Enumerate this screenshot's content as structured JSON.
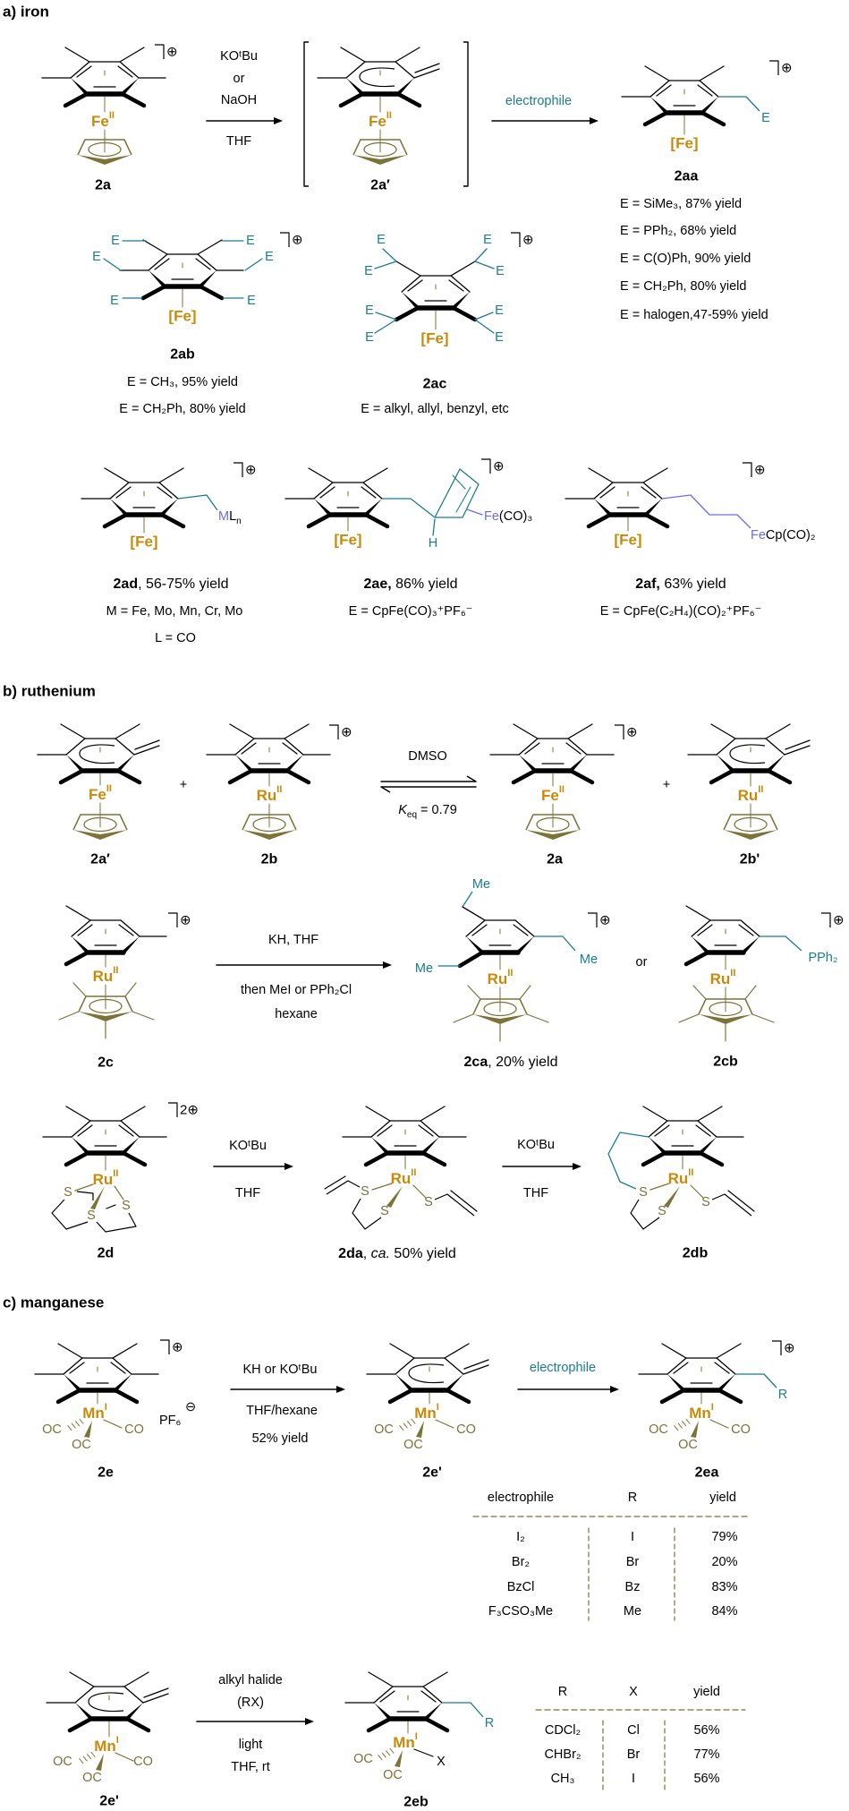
{
  "colors": {
    "metal": "#C98A0A",
    "ligand": "#7D7338",
    "electrophile": "#1B7C94",
    "metal_fragment": "#6B6BF0",
    "bond": "#000000"
  },
  "symbols": {
    "cation": "⊕",
    "dication": "2⊕",
    "anion": "⊖",
    "plus": "+"
  },
  "a": {
    "heading": "a) iron",
    "c2a": {
      "label": "2a",
      "metal": "Fe",
      "ox": "II"
    },
    "step1": {
      "line1": "KOᵗBu",
      "line2": "or",
      "line3": "NaOH",
      "below": "THF"
    },
    "c2a_prime": {
      "label": "2a′",
      "metal": "Fe",
      "ox": "II"
    },
    "step2": {
      "above": "electrophile"
    },
    "c2aa": {
      "label": "2aa",
      "metal_fragment": "[Fe]",
      "group": "E",
      "scope": [
        "E = SiMe₃, 87% yield",
        "E = PPh₂, 68% yield",
        "E = C(O)Ph, 90% yield",
        "E = CH₂Ph, 80% yield",
        "E = halogen,47-59% yield"
      ]
    },
    "c2ab": {
      "label": "2ab",
      "metal_fragment": "[Fe]",
      "group": "E",
      "scope": [
        "E = CH₃, 95% yield",
        "E = CH₂Ph, 80% yield"
      ]
    },
    "c2ac": {
      "label": "2ac",
      "metal_fragment": "[Fe]",
      "group": "E",
      "scope": [
        "E = alkyl, allyl, benzyl, etc"
      ]
    },
    "c2ad": {
      "label": "2ad",
      "yield": ", 56-75% yield",
      "metal_fragment": "[Fe]",
      "group_m": "M",
      "group_l": "L",
      "group_n": "n",
      "notes": [
        "M = Fe, Mo, Mn, Cr, Mo",
        "L = CO"
      ]
    },
    "c2ae": {
      "label": "2ae,",
      "yield": " 86% yield",
      "metal_fragment": "[Fe]",
      "h": "H",
      "fe": "Fe",
      "co": "(CO)₃",
      "note": "E = CpFe(CO)₃⁺PF₆⁻"
    },
    "c2af": {
      "label": "2af,",
      "yield": " 63% yield",
      "metal_fragment": "[Fe]",
      "fe": "Fe",
      "rest": "Cp(CO)₂",
      "note": "E = CpFe(C₂H₄)(CO)₂⁺PF₆⁻"
    }
  },
  "b": {
    "heading": "b) ruthenium",
    "c2a_prime": {
      "label": "2a′",
      "metal": "Fe",
      "ox": "II"
    },
    "c2b": {
      "label": "2b",
      "metal": "Ru",
      "ox": "II"
    },
    "equilibrium": {
      "solvent": "DMSO",
      "k": "K",
      "k_sub": "eq",
      "k_value": " = 0.79"
    },
    "c2a": {
      "label": "2a",
      "metal": "Fe",
      "ox": "II"
    },
    "c2b_prime": {
      "label": "2b'",
      "metal": "Ru",
      "ox": "II"
    },
    "c2c": {
      "label": "2c",
      "metal": "Ru",
      "ox": "II"
    },
    "step_c": {
      "above": "KH, THF",
      "below1": "then MeI or PPh₂Cl",
      "below2": "hexane"
    },
    "c2ca": {
      "label": "2ca",
      "yield": ", 20% yield",
      "metal": "Ru",
      "ox": "II",
      "group": "Me"
    },
    "or": "or",
    "c2cb": {
      "label": "2cb",
      "metal": "Ru",
      "ox": "II",
      "group": "PPh₂"
    },
    "c2d": {
      "label": "2d",
      "metal": "Ru",
      "ox": "II",
      "atom": "S"
    },
    "step_d1": {
      "above": "KOᵗBu",
      "below": "THF"
    },
    "c2da": {
      "label": "2da",
      "yield_prefix": ", ",
      "ca": "ca.",
      "yield": " 50% yield",
      "metal": "Ru",
      "ox": "II",
      "atom": "S"
    },
    "step_d2": {
      "above": "KOᵗBu",
      "below": "THF"
    },
    "c2db": {
      "label": "2db",
      "metal": "Ru",
      "ox": "II",
      "atom": "S"
    }
  },
  "c": {
    "heading": "c) manganese",
    "c2e": {
      "label": "2e",
      "metal": "Mn",
      "ox": "I",
      "co_left": "OC",
      "co_right": "CO",
      "co_bottom": "OC",
      "counterion": "PF₆"
    },
    "step1": {
      "above": "KH or KOᵗBu",
      "below1": "THF/hexane",
      "below2": "52% yield"
    },
    "c2e_prime": {
      "label": "2e'",
      "metal": "Mn",
      "ox": "I",
      "co_left": "OC",
      "co_right": "CO",
      "co_bottom": "OC"
    },
    "step2": {
      "above": "electrophile"
    },
    "c2ea": {
      "label": "2ea",
      "metal": "Mn",
      "ox": "I",
      "co_left": "OC",
      "co_right": "CO",
      "co_bottom": "OC",
      "group": "R"
    },
    "table1": {
      "headers": [
        "electrophile",
        "R",
        "yield"
      ],
      "rows": [
        [
          "I₂",
          "I",
          "79%"
        ],
        [
          "Br₂",
          "Br",
          "20%"
        ],
        [
          "BzCl",
          "Bz",
          "83%"
        ],
        [
          "F₃CSO₃Me",
          "Me",
          "84%"
        ]
      ]
    },
    "c2e_prime_b": {
      "label": "2e'",
      "metal": "Mn",
      "ox": "I",
      "co_left": "OC",
      "co_right": "CO",
      "co_bottom": "OC"
    },
    "step3": {
      "above1": "alkyl halide",
      "above2": "(RX)",
      "below1": "light",
      "below2": "THF, rt"
    },
    "c2eb": {
      "label": "2eb",
      "metal": "Mn",
      "ox": "I",
      "co_left": "OC",
      "x": "X",
      "co_bottom": "OC",
      "group": "R"
    },
    "table2": {
      "headers": [
        "R",
        "X",
        "yield"
      ],
      "rows": [
        [
          "CDCl₂",
          "Cl",
          "56%"
        ],
        [
          "CHBr₂",
          "Br",
          "77%"
        ],
        [
          "CH₃",
          "I",
          "56%"
        ]
      ]
    }
  }
}
